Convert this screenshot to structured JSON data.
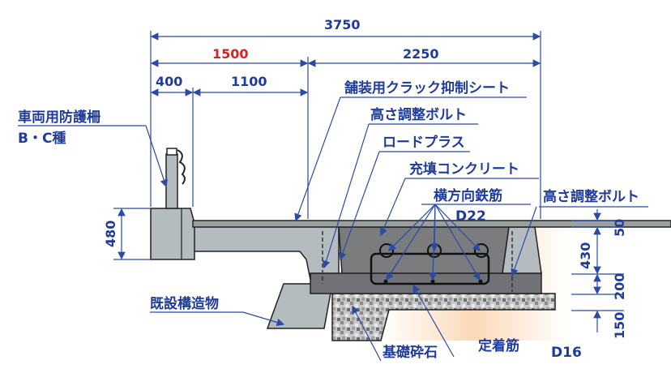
{
  "dimensions": {
    "total": "3750",
    "left_span": "1500",
    "right_span": "2250",
    "barrier_width": "400",
    "slab_width": "1100",
    "barrier_height": "480",
    "pavement": "50",
    "block": "430",
    "base": "200",
    "gravel": "150"
  },
  "labels": {
    "guard_fence_line1": "車両用防護柵",
    "guard_fence_line2": "B・C種",
    "crack_sheet": "舗装用クラック抑制シート",
    "height_bolt_left": "高さ調整ボルト",
    "road_plus": "ロードプラス",
    "fill_concrete": "充填コンクリート",
    "transverse_rebar": "横方向鉄筋",
    "transverse_rebar_size": "D22",
    "height_bolt_right": "高さ調整ボルト",
    "existing_structure": "既設構造物",
    "base_gravel": "基礎砕石",
    "anchor_rebar": "定着筋",
    "anchor_rebar_size": "D16"
  },
  "colors": {
    "text": "#1f3c9c",
    "highlight": "#e02020",
    "concrete": "#b5bcc0",
    "fill": "#7a7c7e",
    "soil": "#fde3c8"
  }
}
